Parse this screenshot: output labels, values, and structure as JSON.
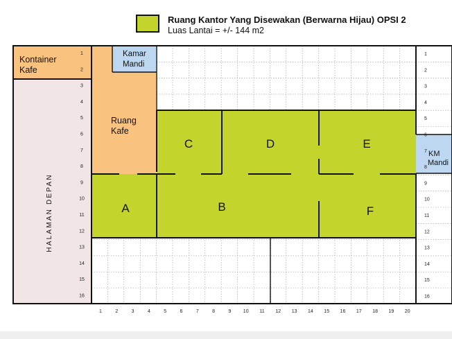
{
  "legend": {
    "title": "Ruang Kantor Yang Disewakan (Berwarna Hijau) OPSI 2",
    "area": "Luas Lantai = +/- 144 m2",
    "swatch_color": "#c3d52c"
  },
  "colors": {
    "office": "#c3d52c",
    "cafe": "#f9c27f",
    "bathroom": "#bcd7ef",
    "front_yard": "#f1e5e5",
    "grid": "#9a9a9a",
    "wall": "#111111"
  },
  "labels": {
    "kontainer_kafe": [
      "Kontainer",
      "Kafe"
    ],
    "kamar_mandi": [
      "Kamar",
      "Mandi"
    ],
    "ruang_kafe": [
      "Ruang",
      "Kafe"
    ],
    "km_mandi": [
      "KM",
      "Mandi"
    ],
    "halaman_depan": "HALAMAN DEPAN",
    "room_a": "A",
    "room_b": "B",
    "room_c": "C",
    "room_d": "D",
    "room_e": "E",
    "room_f": "F"
  },
  "row_numbers": [
    "1",
    "2",
    "3",
    "4",
    "5",
    "6",
    "7",
    "8",
    "9",
    "10",
    "11",
    "12",
    "13",
    "14",
    "15",
    "16"
  ],
  "col_numbers": [
    "1",
    "2",
    "3",
    "4",
    "5",
    "6",
    "7",
    "8",
    "9",
    "10",
    "11",
    "12",
    "13",
    "14",
    "15",
    "16",
    "17",
    "18",
    "19",
    "20"
  ]
}
